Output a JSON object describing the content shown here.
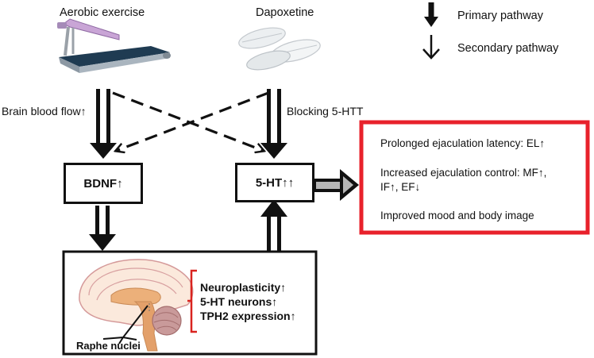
{
  "inputs": {
    "exercise": "Aerobic exercise",
    "drug": "Dapoxetine"
  },
  "legend": {
    "primary": "Primary pathway",
    "secondary": "Secondary pathway"
  },
  "pathway_labels": {
    "left": "Brain blood flow↑",
    "right": "Blocking 5-HTT"
  },
  "nodes": {
    "bdnf": "BDNF↑",
    "serotonin": "5-HT↑↑"
  },
  "effects": {
    "line1": "Prolonged ejaculation latency: EL↑",
    "line2a": "Increased ejaculation control: MF↑,",
    "line2b": "IF↑, EF↓",
    "line3": "Improved mood and body image"
  },
  "brain": {
    "items": [
      "Neuroplasticity↑",
      "5-HT neurons↑",
      "TPH2 expression↑"
    ],
    "raphe": "Raphe nuclei"
  },
  "colors": {
    "effects_border": "#e8212b",
    "brace": "#d9231f",
    "arrow_fill": "#111111",
    "output_arrow_fill": "#b7b7b7"
  }
}
